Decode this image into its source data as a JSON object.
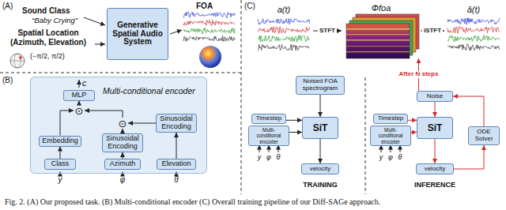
{
  "diagram": {
    "caption": "Fig. 2.  (A) Our proposed task. (B) Multi-conditional encoder (C) Overall training pipeline of our Diff-SAGe approach.",
    "nodes": [
      {
        "text": [
          "Generative Spatial Audio System"
        ]
      },
      {
        "text": [
          "Multi-conditional encoder"
        ]
      },
      {
        "text": [
          "MLP"
        ],
        "in": 1
      },
      {
        "text": [
          "⊙"
        ],
        "in": 1
      },
      {
        "text": [
          "⊙"
        ],
        "in": 1
      },
      {
        "text": [
          "Embedding"
        ],
        "in": 1
      },
      {
        "text": [
          "Sinusoidal Encoding"
        ],
        "in": 1
      },
      {
        "text": [
          "Sinusoidal Encoding"
        ],
        "in": 1
      },
      {
        "text": [
          "Class"
        ],
        "in": 1
      },
      {
        "text": [
          "Azimuth"
        ],
        "in": 1
      },
      {
        "text": [
          "Elevation"
        ],
        "in": 1
      },
      {
        "text": [
          "a(t)"
        ]
      },
      {
        "text": [
          "Φfoa"
        ]
      },
      {
        "text": [
          "â(t)"
        ]
      },
      {
        "text": [
          "Noised FOA spectrogram"
        ]
      },
      {
        "text": [
          "Timestep"
        ]
      },
      {
        "text": [
          "Multi-conditional encoder"
        ]
      },
      {
        "text": [
          "SiT"
        ]
      },
      {
        "text": [
          "velocity"
        ]
      },
      {
        "text": [
          "Noise"
        ]
      },
      {
        "text": [
          "Timestep"
        ]
      },
      {
        "text": [
          "Multi-conditional encoder"
        ]
      },
      {
        "text": [
          "SiT"
        ]
      },
      {
        "text": [
          "ODE Solver"
        ]
      },
      {
        "text": [
          "velocity"
        ]
      }
    ],
    "edges": [
      {
        "from": 8,
        "to": 5,
        "arrow": "to"
      },
      {
        "from": 9,
        "to": 6,
        "arrow": "to"
      },
      {
        "from": 10,
        "to": 7,
        "arrow": "to"
      },
      {
        "from": 5,
        "to": 3,
        "arrow": "to"
      },
      {
        "from": 6,
        "to": 4,
        "arrow": "to"
      },
      {
        "from": 7,
        "to": 4,
        "arrow": "to"
      },
      {
        "from": 4,
        "to": 3,
        "arrow": "to"
      },
      {
        "from": 3,
        "to": 2,
        "arrow": "to"
      },
      {
        "from": 11,
        "to": 12,
        "label": "STFT",
        "arrow": "to"
      },
      {
        "from": 12,
        "to": 13,
        "label": "iSTFT",
        "arrow": "to"
      },
      {
        "from": 14,
        "to": 17,
        "arrow": "to"
      },
      {
        "from": 15,
        "to": 17,
        "arrow": "to"
      },
      {
        "from": 16,
        "to": 17,
        "arrow": "to"
      },
      {
        "from": 17,
        "to": 18,
        "arrow": "to"
      },
      {
        "from": 19,
        "to": 22,
        "arrow": "to"
      },
      {
        "from": 20,
        "to": 22,
        "arrow": "to"
      },
      {
        "from": 21,
        "to": 22,
        "arrow": "to"
      },
      {
        "from": 22,
        "to": 24,
        "arrow": "to"
      },
      {
        "from": 24,
        "to": 23,
        "arrow": "to"
      },
      {
        "from": 23,
        "to": 19,
        "arrow": "to"
      },
      {
        "from": 19,
        "to": 12,
        "label": "After N steps",
        "arrow": "to"
      }
    ],
    "labels": [
      "(A)",
      "Sound Class",
      "“Baby Crying”",
      "Spatial Location (Azimuth, Elevation)",
      "(−π/2, π/2)",
      "FOA",
      "(B)",
      "c",
      "y",
      "φ",
      "θ",
      "(C)",
      "y",
      "φ",
      "θ",
      "TRAINING",
      "y",
      "φ",
      "θ",
      "INFERENCE"
    ]
  }
}
